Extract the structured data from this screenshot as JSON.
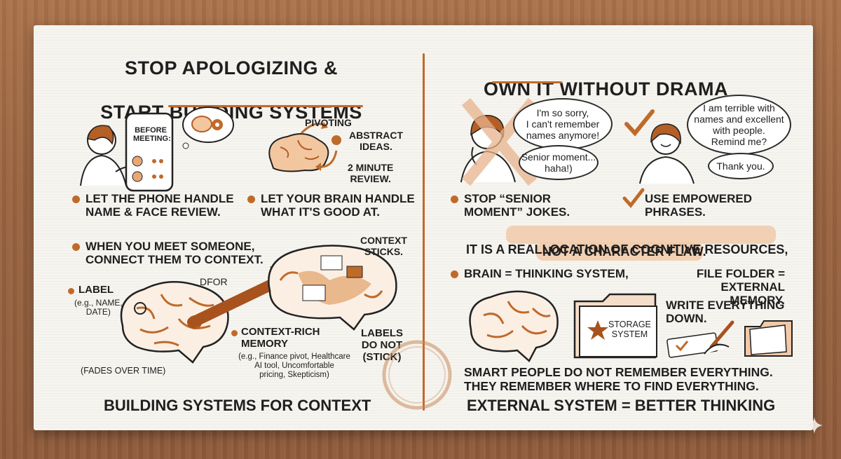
{
  "left": {
    "title_line1": "STOP APOLOGIZING &",
    "title_line2_pre": "START ",
    "title_line2_ul": "BUILDING SYSTEMS",
    "phone_text": "BEFORE\nMEETING:",
    "pivot_labels": {
      "pivoting": "PIVOTING",
      "abstract": "ABSTRACT\nIDEAS.",
      "review": "2 MINUTE\nREVIEW."
    },
    "bullet1": "LET THE PHONE HANDLE\nNAME & FACE REVIEW.",
    "bullet2": "LET YOUR BRAIN HANDLE\nWHAT IT'S GOOD AT.",
    "bullet3": "WHEN YOU MEET SOMEONE,\nCONNECT THEM TO CONTEXT.",
    "context_sticks": "CONTEXT\nSTICKS.",
    "label_title": "LABEL",
    "label_example": "(e.g., NAME,\nDATE)",
    "dfor": "DFOR",
    "context_rich_title": "CONTEXT-RICH\nMEMORY",
    "context_rich_example": "(e.g., Finance pivot, Healthcare\nAI tool, Uncomfortable\npricing, Skepticism)",
    "labels_do_not": "LABELS\nDO NOT\n(STICK)",
    "fades": "(FADES OVER TIME)",
    "footer": "BUILDING SYSTEMS FOR CONTEXT"
  },
  "right": {
    "title_ul": "OWN IT",
    "title_rest": " WITHOUT DRAMA",
    "bubble_sorry": "I'm so sorry,\nI can't remember\nnames anymore!",
    "bubble_senior": "Senior moment...\nhaha!)",
    "bubble_terrible": "I am terrible with\nnames and excellent\nwith people.\nRemind me?",
    "bubble_thanks": "Thank you.",
    "bullet_stop": "STOP “SENIOR\nMOMENT” JOKES.",
    "bullet_use": "USE EMPOWERED\nPHRASES.",
    "realloc_pre": "IT IS A ",
    "realloc_hl1": "REALLOCATION OF COGNITIVE RESOURCES,",
    "realloc_hl2": "NOT A CHARACTER FLAW.",
    "brain_eq": "BRAIN = THINKING SYSTEM,",
    "folder_eq": "FILE FOLDER = EXTERNAL\nMEMORY.",
    "write": "WRITE EVERYTHING\nDOWN.",
    "storage": "STORAGE\nSYSTEM",
    "smart": "SMART PEOPLE DO NOT REMEMBER EVERYTHING.\nTHEY REMEMBER WHERE TO FIND EVERYTHING.",
    "footer": "EXTERNAL SYSTEM = BETTER THINKING"
  },
  "colors": {
    "accent": "#c06a2a",
    "paper": "#f6f4ef",
    "ink": "#1f1f1f",
    "highlight": "#f1c9a8"
  }
}
